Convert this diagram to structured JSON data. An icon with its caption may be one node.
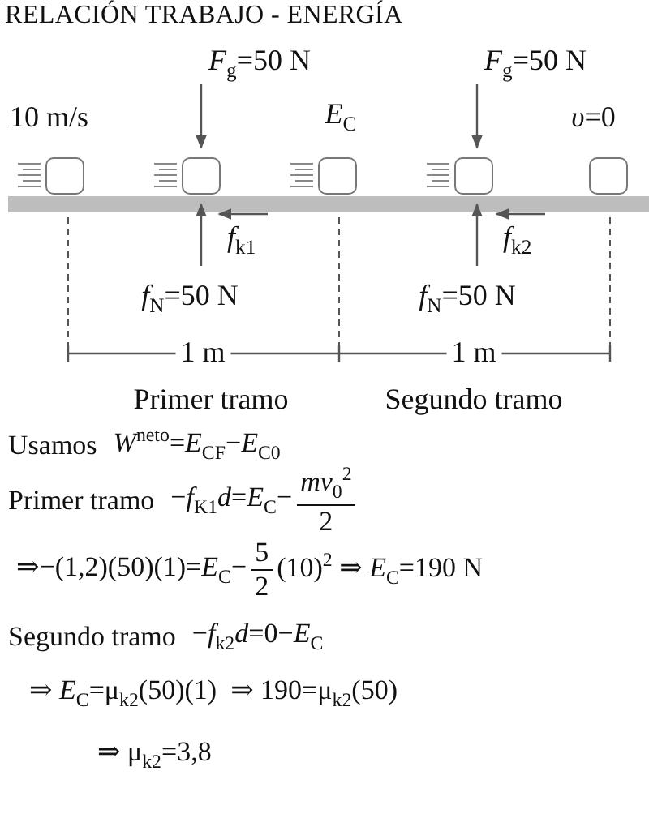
{
  "diagram": {
    "title": "RELACIÓN TRABAJO - ENERGÍA",
    "nodes": [
      {
        "text": [],
        "shape": "box",
        "beside": [
          "10 m/s"
        ]
      },
      {
        "text": [],
        "shape": "box"
      },
      {
        "text": [],
        "shape": "box",
        "beside": [
          "*E*$_{C}$"
        ]
      },
      {
        "text": [],
        "shape": "box"
      },
      {
        "text": [],
        "shape": "box",
        "beside": [
          "*υ*=0"
        ]
      }
    ],
    "labels": [
      "*F*$_{g}$=50 N",
      "*F*$_{g}$=50 N",
      "*f*$_{k1}$",
      "*f*$_{k2}$",
      "*f*$_{N}$=50 N",
      "*f*$_{N}$=50 N",
      "1 m",
      "1 m",
      "Primer tramo",
      "Segundo tramo",
      "Usamos",
      "*W*$^{neto}$=*E*$_{CF}$−*E*$_{C0}$",
      "Primer tramo",
      "−*f*$_{K1}$*d*=*E*$_{C}$−",
      "*mv*$_{0}$$^{2}$",
      "2",
      "⇒−(1,2)(50)(1)=*E*$_{C}$−",
      "5",
      "2",
      "(10)$^{2}$ ⇒ *E*$_{C}$=190 N",
      "Segundo tramo",
      "−*f*$_{k2}$*d*=0−*E*$_{C}$",
      "⇒ *E*$_{C}$=μ$_{k2}$(50)(1)  ⇒ 190=μ$_{k2}$(50)",
      "⇒ μ$_{k2}$=3,8"
    ]
  }
}
